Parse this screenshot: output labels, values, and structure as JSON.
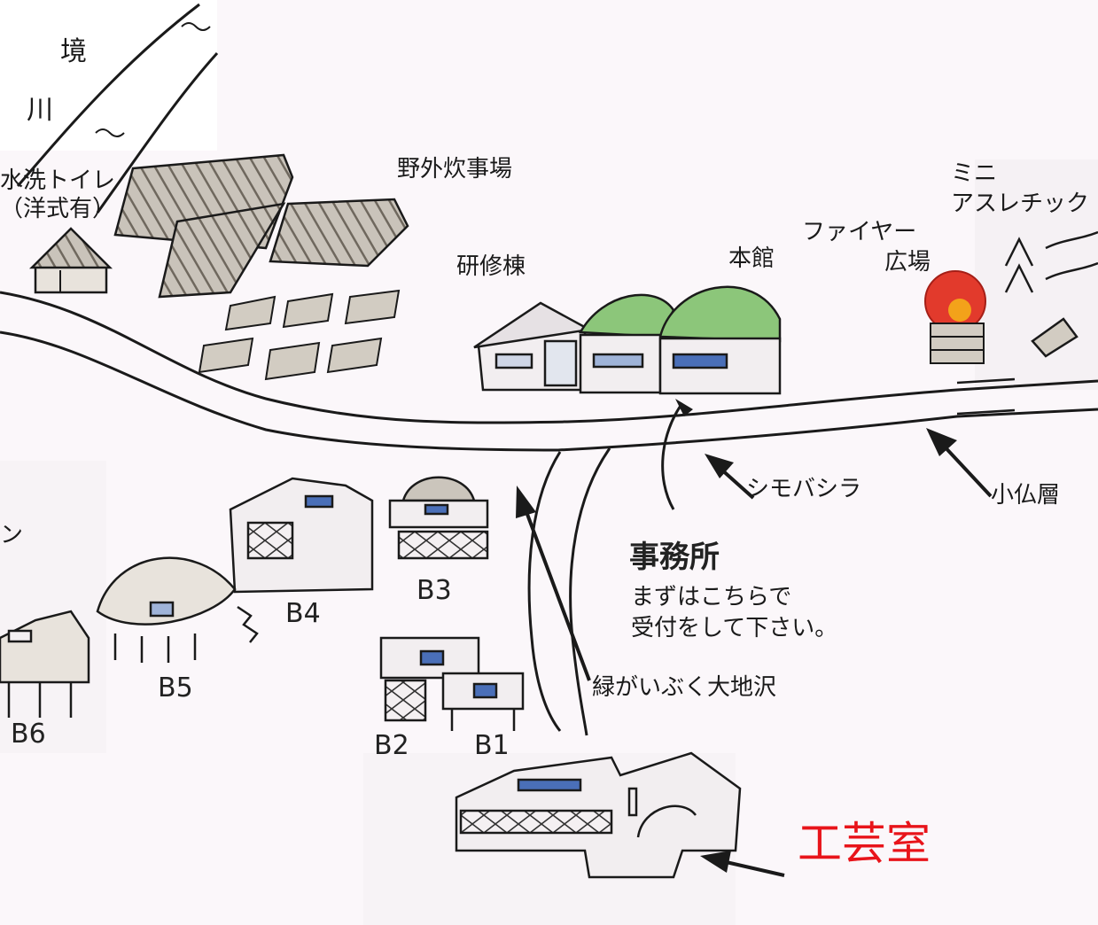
{
  "labels": {
    "river": [
      "境",
      "川"
    ],
    "toilet": [
      "水洗トイレ",
      "（洋式有）"
    ],
    "outdoor_kitchen": "野外炊事場",
    "training_building": "研修棟",
    "main_building": "本館",
    "fire_square": [
      "ファイヤー",
      "広場"
    ],
    "mini_athletic": [
      "ミニ",
      "アスレチック"
    ],
    "shimobashira": "シモバシラ",
    "kobotoke": "小仏層",
    "office": {
      "title": "事務所",
      "lines": [
        "まずはこちらで",
        "受付をして下さい。"
      ]
    },
    "midori_swamp": "緑がいぶく大地沢",
    "craft_room": "工芸室",
    "cabins": {
      "b1": "B1",
      "b2": "B2",
      "b3": "B3",
      "b4": "B4",
      "b5": "B5",
      "b6": "B6"
    },
    "edge_char": "ン"
  },
  "colors": {
    "ink": "#1a1a1a",
    "paper": "#fbf7fa",
    "roof_green": "#8cc67a",
    "fire_red": "#e23a2c",
    "fire_orange": "#f3a21a",
    "window_blue": "#4a6fb8",
    "wood_grey": "#8a8276",
    "accent_red": "#e8141a"
  }
}
